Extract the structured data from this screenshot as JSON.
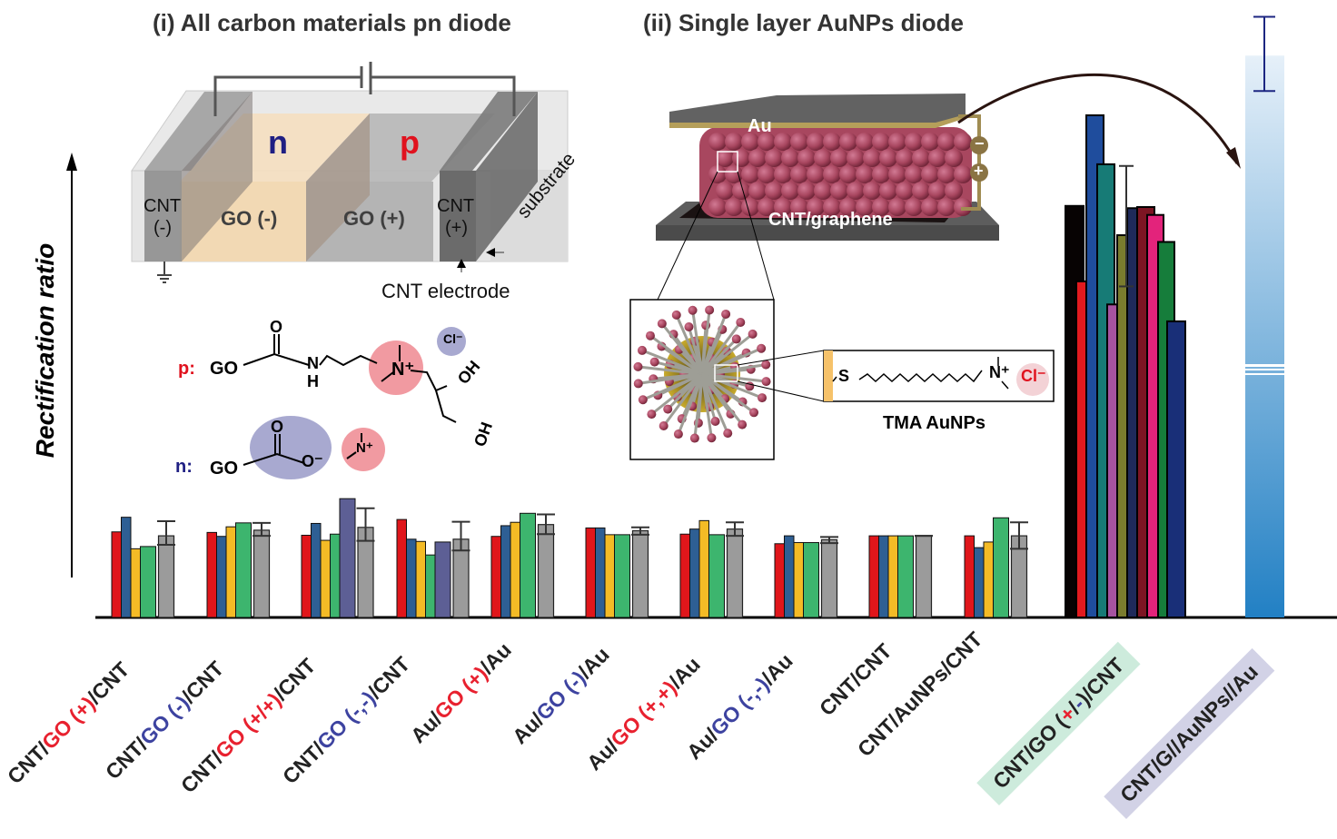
{
  "panel_titles": {
    "left": "(i) All carbon materials pn diode",
    "right": "(ii) Single layer AuNPs diode"
  },
  "schematic_pn": {
    "n_label": "n",
    "p_label": "p",
    "cnt_left": "CNT",
    "cnt_left_sign": "(-)",
    "go_minus": "GO (-)",
    "go_plus": "GO (+)",
    "cnt_right": "CNT",
    "cnt_right_sign": "(+)",
    "substrate": "substrate",
    "cnt_electrode": "CNT electrode"
  },
  "chemistry": {
    "p_prefix": "p:",
    "n_prefix": "n:",
    "go": "GO",
    "cl": "Cl⁻",
    "oh": "OH",
    "n_plus": "N⁺",
    "nh": "N",
    "h": "H",
    "o": "O",
    "o_minus": "O⁻"
  },
  "schematic_aunp": {
    "au_label": "Au",
    "bottom_label": "CNT/graphene",
    "minus": "−",
    "plus": "+",
    "ligand_s": "S",
    "ligand_n": "N⁺",
    "ligand_cl": "Cl⁻",
    "caption": "TMA AuNPs"
  },
  "colors": {
    "red": "#e0161b",
    "blue": "#2e5f94",
    "yellow": "#f4bb26",
    "green": "#3db56e",
    "purple": "#5d5f95",
    "gray": "#9b9b9b",
    "highlight_green": "#cdebdc",
    "highlight_purple": "#d2d2e6"
  },
  "chart_data": {
    "type": "bar",
    "title": "",
    "xlabel": "",
    "ylabel": "Rectification ratio",
    "ylim": [
      0,
      1
    ],
    "y_units": "relative (no numeric ticks shown)",
    "grid": false,
    "categories": [
      "CNT/GO (+)/CNT",
      "CNT/GO (-)/CNT",
      "CNT/GO (+/+)/CNT",
      "CNT/GO (-,-)/CNT",
      "Au/GO (+)/Au",
      "Au/GO (-)/Au",
      "Au/GO (+,+)/Au",
      "Au/GO (-,-)/Au",
      "CNT/CNT",
      "CNT/AuNPs/CNT",
      "CNT/GO (+/-)/CNT",
      "CNT/G//AuNPs//Au"
    ],
    "category_label_parts": [
      [
        {
          "t": "CNT/",
          "c": ""
        },
        {
          "t": "GO (+)",
          "c": "r"
        },
        {
          "t": "/CNT",
          "c": ""
        }
      ],
      [
        {
          "t": "CNT/",
          "c": ""
        },
        {
          "t": "GO (-)",
          "c": "b"
        },
        {
          "t": "/CNT",
          "c": ""
        }
      ],
      [
        {
          "t": "CNT/",
          "c": ""
        },
        {
          "t": "GO (+/+)",
          "c": "r"
        },
        {
          "t": "/CNT",
          "c": ""
        }
      ],
      [
        {
          "t": "CNT/",
          "c": ""
        },
        {
          "t": "GO (-,-)",
          "c": "b"
        },
        {
          "t": "/CNT",
          "c": ""
        }
      ],
      [
        {
          "t": "Au/",
          "c": ""
        },
        {
          "t": "GO (+)",
          "c": "r"
        },
        {
          "t": "/Au",
          "c": ""
        }
      ],
      [
        {
          "t": "Au/",
          "c": ""
        },
        {
          "t": "GO (-)",
          "c": "b"
        },
        {
          "t": "/Au",
          "c": ""
        }
      ],
      [
        {
          "t": "Au/",
          "c": ""
        },
        {
          "t": "GO (+,+)",
          "c": "r"
        },
        {
          "t": "/Au",
          "c": ""
        }
      ],
      [
        {
          "t": "Au/",
          "c": ""
        },
        {
          "t": "GO (-,-)",
          "c": "b"
        },
        {
          "t": "/Au",
          "c": ""
        }
      ],
      [
        {
          "t": "CNT/CNT",
          "c": ""
        }
      ],
      [
        {
          "t": "CNT/AuNPs/CNT",
          "c": ""
        }
      ],
      [
        {
          "t": "CNT/GO (",
          "c": ""
        },
        {
          "t": "+",
          "c": "r"
        },
        {
          "t": "/",
          "c": ""
        },
        {
          "t": "-",
          "c": "b"
        },
        {
          "t": ")/CNT",
          "c": ""
        }
      ],
      [
        {
          "t": "CNT/G//AuNPs//Au",
          "c": ""
        }
      ]
    ],
    "groups": [
      {
        "bars": [
          {
            "v": 0.152,
            "c": "red"
          },
          {
            "v": 0.178,
            "c": "blue"
          },
          {
            "v": 0.122,
            "c": "yellow"
          },
          {
            "v": 0.126,
            "c": "green"
          }
        ],
        "avg": {
          "v": 0.145,
          "err": [
            0.129,
            0.171
          ]
        }
      },
      {
        "bars": [
          {
            "v": 0.151,
            "c": "red"
          },
          {
            "v": 0.144,
            "c": "blue"
          },
          {
            "v": 0.161,
            "c": "yellow"
          },
          {
            "v": 0.168,
            "c": "green"
          }
        ],
        "avg": {
          "v": 0.155,
          "err": [
            0.145,
            0.168
          ]
        }
      },
      {
        "bars": [
          {
            "v": 0.146,
            "c": "red"
          },
          {
            "v": 0.167,
            "c": "blue"
          },
          {
            "v": 0.137,
            "c": "yellow"
          },
          {
            "v": 0.148,
            "c": "green"
          },
          {
            "v": 0.211,
            "c": "purple"
          }
        ],
        "avg": {
          "v": 0.16,
          "err": [
            0.136,
            0.194
          ]
        }
      },
      {
        "bars": [
          {
            "v": 0.174,
            "c": "red"
          },
          {
            "v": 0.139,
            "c": "blue"
          },
          {
            "v": 0.135,
            "c": "yellow"
          },
          {
            "v": 0.111,
            "c": "green"
          },
          {
            "v": 0.134,
            "c": "purple"
          }
        ],
        "avg": {
          "v": 0.139,
          "err": [
            0.119,
            0.17
          ]
        }
      },
      {
        "bars": [
          {
            "v": 0.144,
            "c": "red"
          },
          {
            "v": 0.163,
            "c": "blue"
          },
          {
            "v": 0.169,
            "c": "yellow"
          },
          {
            "v": 0.185,
            "c": "green"
          }
        ],
        "avg": {
          "v": 0.165,
          "err": [
            0.148,
            0.183
          ]
        }
      },
      {
        "bars": [
          {
            "v": 0.159,
            "c": "red"
          },
          {
            "v": 0.159,
            "c": "blue"
          },
          {
            "v": 0.147,
            "c": "yellow"
          },
          {
            "v": 0.147,
            "c": "green"
          }
        ],
        "avg": {
          "v": 0.154,
          "err": [
            0.147,
            0.16
          ]
        }
      },
      {
        "bars": [
          {
            "v": 0.148,
            "c": "red"
          },
          {
            "v": 0.157,
            "c": "blue"
          },
          {
            "v": 0.172,
            "c": "yellow"
          },
          {
            "v": 0.147,
            "c": "green"
          }
        ],
        "avg": {
          "v": 0.157,
          "err": [
            0.145,
            0.169
          ]
        }
      },
      {
        "bars": [
          {
            "v": 0.131,
            "c": "red"
          },
          {
            "v": 0.145,
            "c": "blue"
          },
          {
            "v": 0.133,
            "c": "yellow"
          },
          {
            "v": 0.133,
            "c": "green"
          }
        ],
        "avg": {
          "v": 0.138,
          "err": [
            0.132,
            0.143
          ]
        }
      },
      {
        "bars": [
          {
            "v": 0.145,
            "c": "red"
          },
          {
            "v": 0.145,
            "c": "blue"
          },
          {
            "v": 0.145,
            "c": "yellow"
          },
          {
            "v": 0.145,
            "c": "green"
          }
        ],
        "avg": {
          "v": 0.145,
          "err": [
            0.145,
            0.145
          ]
        }
      },
      {
        "bars": [
          {
            "v": 0.145,
            "c": "red"
          },
          {
            "v": 0.124,
            "c": "blue"
          },
          {
            "v": 0.134,
            "c": "yellow"
          },
          {
            "v": 0.177,
            "c": "green"
          }
        ],
        "avg": {
          "v": 0.145,
          "err": [
            0.122,
            0.169
          ]
        }
      }
    ],
    "big_group": {
      "label": "CNT/GO (+/-)/CNT",
      "bars": [
        {
          "v": 0.731,
          "c": "#070303"
        },
        {
          "v": 0.597,
          "c": "#e21a1f"
        },
        {
          "v": 0.892,
          "c": "#1f4d9d"
        },
        {
          "v": 0.805,
          "c": "#177b76"
        },
        {
          "v": 0.556,
          "c": "#a653a0"
        },
        {
          "v": 0.679,
          "c": "#7a7c2e"
        },
        {
          "v": 0.727,
          "c": "#1f2a5a"
        },
        {
          "v": 0.729,
          "c": "#7d1523"
        },
        {
          "v": 0.715,
          "c": "#e3237b"
        },
        {
          "v": 0.667,
          "c": "#167d3b"
        },
        {
          "v": 0.526,
          "c": "#192f78"
        }
      ],
      "err": [
        0.588,
        0.802
      ]
    },
    "gradient_bar": {
      "label": "CNT/G//AuNPs//Au",
      "v": 0.998,
      "axis_break": true,
      "err": [
        0.935,
        1.067
      ],
      "color_top": "#e6f0f9",
      "color_bottom": "#2280c4",
      "err_color": "#1c2681"
    }
  }
}
